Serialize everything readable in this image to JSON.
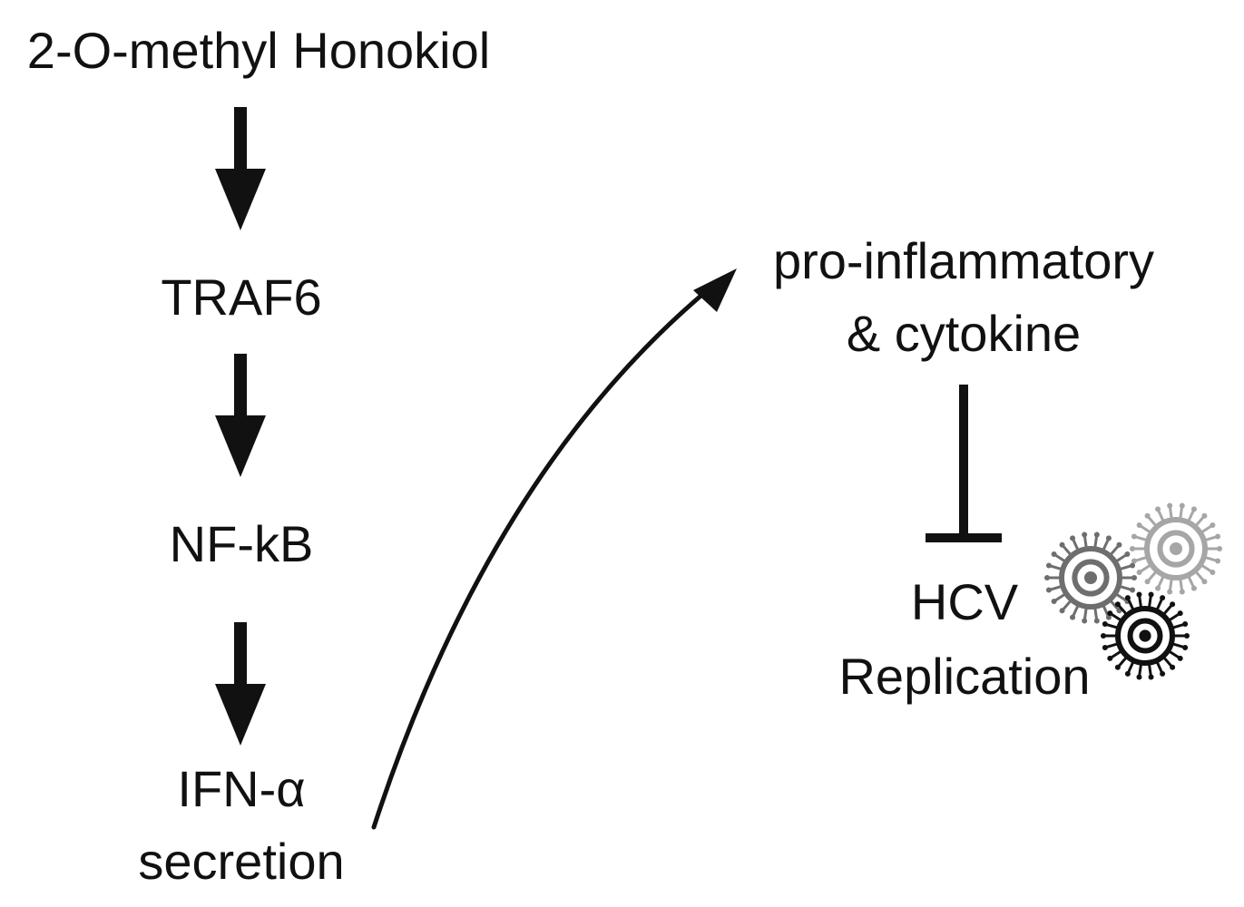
{
  "nodes": {
    "compound": "2-O-methyl Honokiol",
    "traf6": "TRAF6",
    "nfkb": "NF-kB",
    "ifn": {
      "line1": "IFN-α",
      "line2": "secretion"
    },
    "cytokine": {
      "line1": "pro-inflammatory",
      "line2": "& cytokine"
    },
    "hcv": {
      "line1": "HCV",
      "line2": "Replication"
    }
  },
  "colors": {
    "text": "#111111",
    "arrows": "#111111",
    "virus_dark": "#111111",
    "virus_mid": "#6e6e6e",
    "virus_light": "#a6a6a6"
  },
  "icons": [
    "down-arrow-icon",
    "curved-arrow-icon",
    "inhibition-bar-icon",
    "virus-icon"
  ]
}
